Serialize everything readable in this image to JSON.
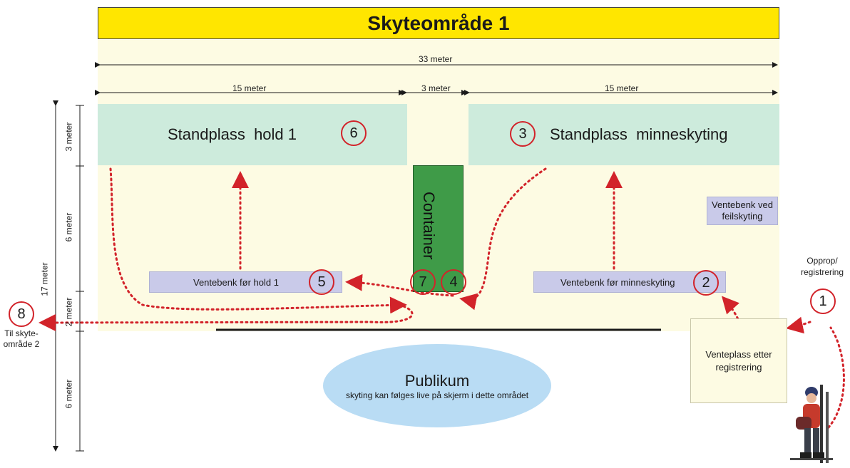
{
  "title": "Skyteområde 1",
  "dimensions": {
    "total_width": "33 meter",
    "left_width": "15 meter",
    "middle_width": "3 meter",
    "right_width": "15 meter",
    "total_depth": "17 meter",
    "depth_stand": "3 meter",
    "depth_mid": "6 meter",
    "depth_walk": "2 meter",
    "depth_public": "6 meter"
  },
  "areas": {
    "stand_left": "Standplass  hold 1",
    "stand_right": "Standplass  minneskyting",
    "container": "Container",
    "bench_left": "Ventebenk før hold 1",
    "bench_right": "Ventebenk før minneskyting",
    "bench_fault": "Ventebenk ved feilskyting",
    "wait_area": "Venteplass etter registrering",
    "publikum_title": "Publikum",
    "publikum_note": "skyting kan følges live på skjerm i dette området",
    "registration": "Opprop/ registrering",
    "next_area": "Til skyte- område 2"
  },
  "steps": [
    "1",
    "2",
    "3",
    "4",
    "5",
    "6",
    "7",
    "8"
  ],
  "colors": {
    "title_bg": "#ffe600",
    "stand": "#cdebdc",
    "container": "#3f9b48",
    "bench": "#c9cae9",
    "publikum": "#b9dcf4",
    "path": "#d2232a"
  }
}
